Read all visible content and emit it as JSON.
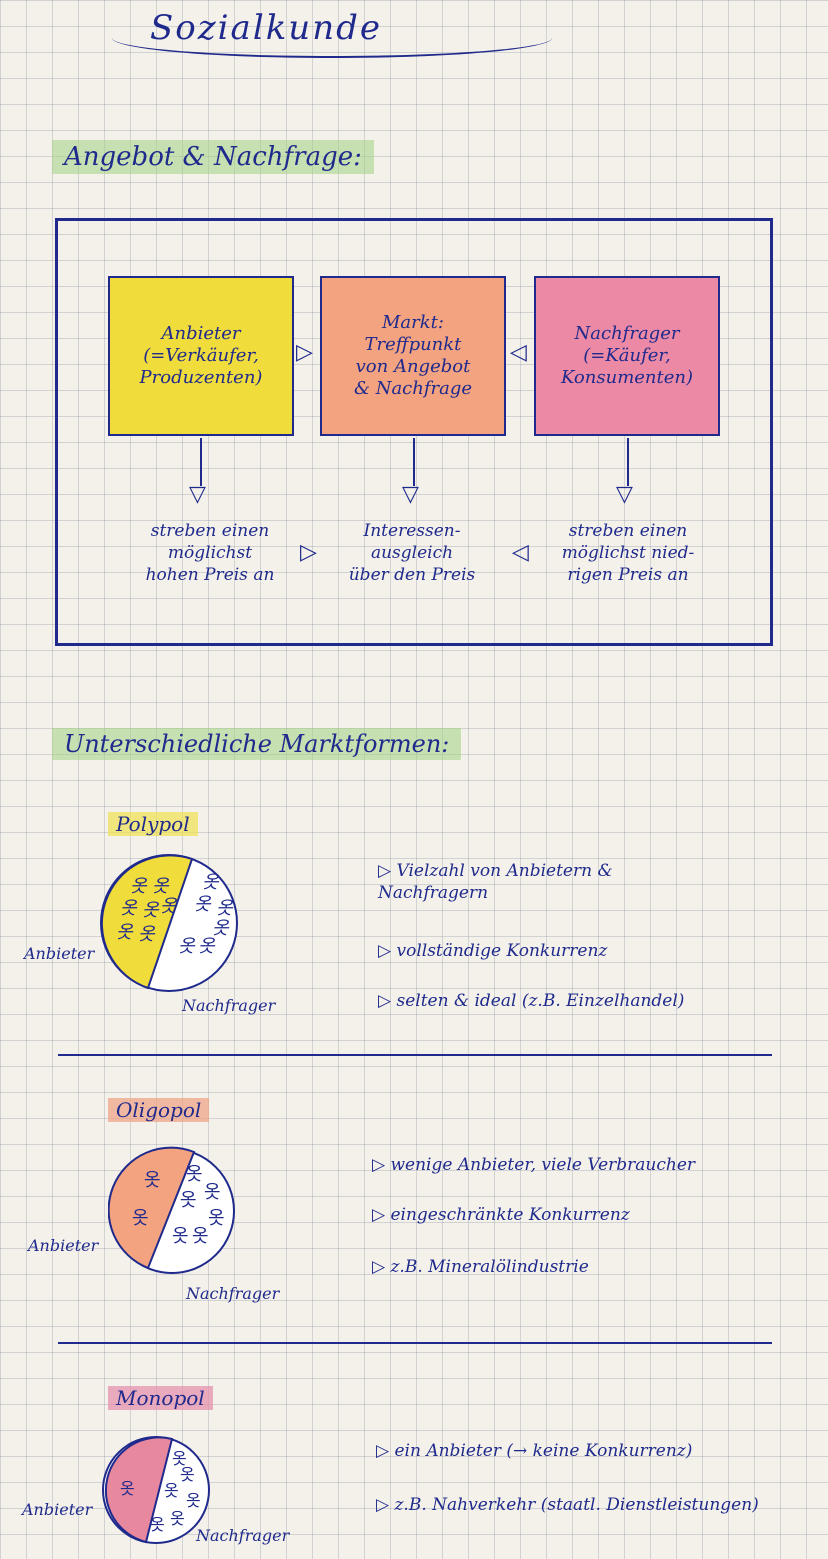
{
  "page": {
    "title": "Sozialkunde"
  },
  "section1": {
    "heading": "Angebot & Nachfrage:",
    "boxes": [
      {
        "text": "Anbieter\n(=Verkäufer,\nProduzenten)",
        "color": "#f0dc3a"
      },
      {
        "text": "Markt:\nTreffpunkt\nvon Angebot\n& Nachfrage",
        "color": "#f3a380"
      },
      {
        "text": "Nachfrager\n(=Käufer,\nKonsumenten)",
        "color": "#ec8aa6"
      }
    ],
    "descs": [
      "streben einen\nmöglichst\nhohen Preis an",
      "Interessen-\nausgleich\nüber den Preis",
      "streben einen\nmöglichst nied-\nrigen Preis an"
    ]
  },
  "section2": {
    "heading": "Unterschiedliche Marktformen:",
    "forms": [
      {
        "name": "Polypol",
        "color": "#f0dc3a",
        "label_anbieter": "Anbieter",
        "label_nachfrager": "Nachfrager",
        "bullets": [
          "▷ Vielzahl von Anbietern &\nNachfragern",
          "▷ vollständige Konkurrenz",
          "▷ selten & ideal (z.B. Einzelhandel)"
        ]
      },
      {
        "name": "Oligopol",
        "color": "#f3a380",
        "label_anbieter": "Anbieter",
        "label_nachfrager": "Nachfrager",
        "bullets": [
          "▷ wenige Anbieter, viele Verbraucher",
          "▷ eingeschränkte Konkurrenz",
          "▷ z.B. Mineralölindustrie"
        ]
      },
      {
        "name": "Monopol",
        "color": "#e8889f",
        "label_anbieter": "Anbieter",
        "label_nachfrager": "Nachfrager",
        "bullets": [
          "▷ ein Anbieter (→ keine Konkurrenz)",
          "▷ z.B. Nahverkehr (staatl. Dienstleistungen)"
        ]
      }
    ]
  }
}
